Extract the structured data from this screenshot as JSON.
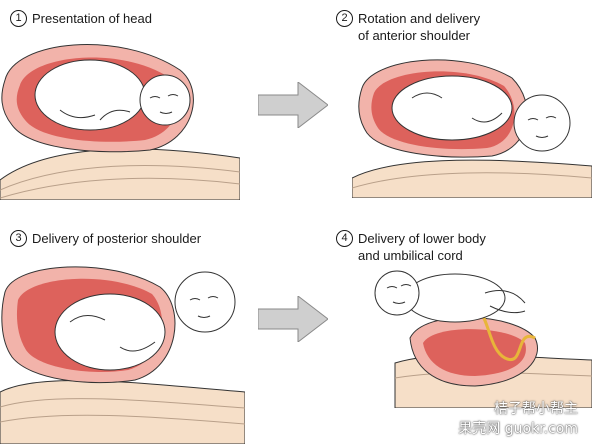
{
  "steps": [
    {
      "number": "1",
      "label": "Presentation of head"
    },
    {
      "number": "2",
      "label": "Rotation and delivery\nof anterior shoulder"
    },
    {
      "number": "3",
      "label": "Delivery of posterior shoulder"
    },
    {
      "number": "4",
      "label": "Delivery of lower body\nand umbilical cord"
    }
  ],
  "watermark": {
    "line1": "桔子帮小帮主",
    "line2": "果壳网 guokr.com"
  },
  "colors": {
    "skin": "#f6dfc8",
    "uterus_outer": "#f2b3aa",
    "uterus_inner": "#d9534f",
    "baby_fill": "#ffffff",
    "outline": "#333333",
    "arrow_fill": "#cfcfcf",
    "cord": "#e8b53a"
  }
}
